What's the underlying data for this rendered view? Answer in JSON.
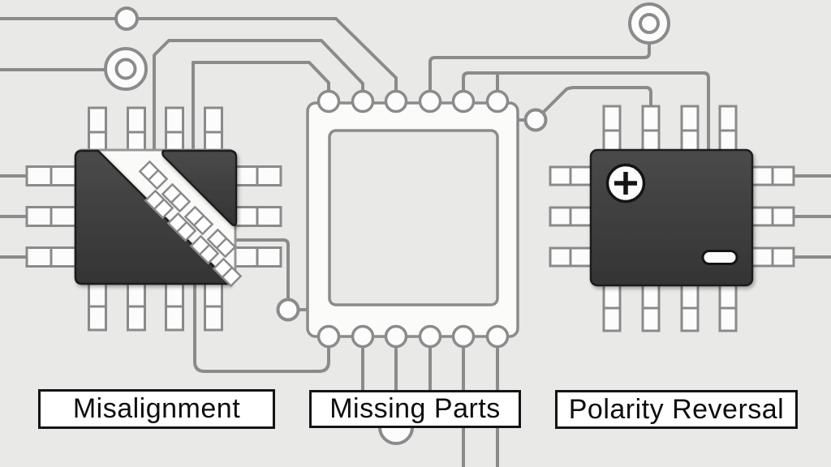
{
  "scene": {
    "background_color": "#e9e9e7",
    "trace_color": "#8b8b8b",
    "chip_color": "#3f3f3f",
    "pad_fill": "#fcfcfc",
    "label_border_color": "#141414",
    "label_text_color": "#0d0d0d"
  },
  "defects": [
    {
      "id": "misalignment",
      "label": "Misalignment"
    },
    {
      "id": "missing-parts",
      "label": "Missing Parts"
    },
    {
      "id": "polarity-reversal",
      "label": "Polarity Reversal"
    }
  ],
  "markers": [
    {
      "name": "polarity-plus-icon",
      "glyph": "+"
    },
    {
      "name": "polarity-minus-icon",
      "glyph": "−"
    }
  ]
}
